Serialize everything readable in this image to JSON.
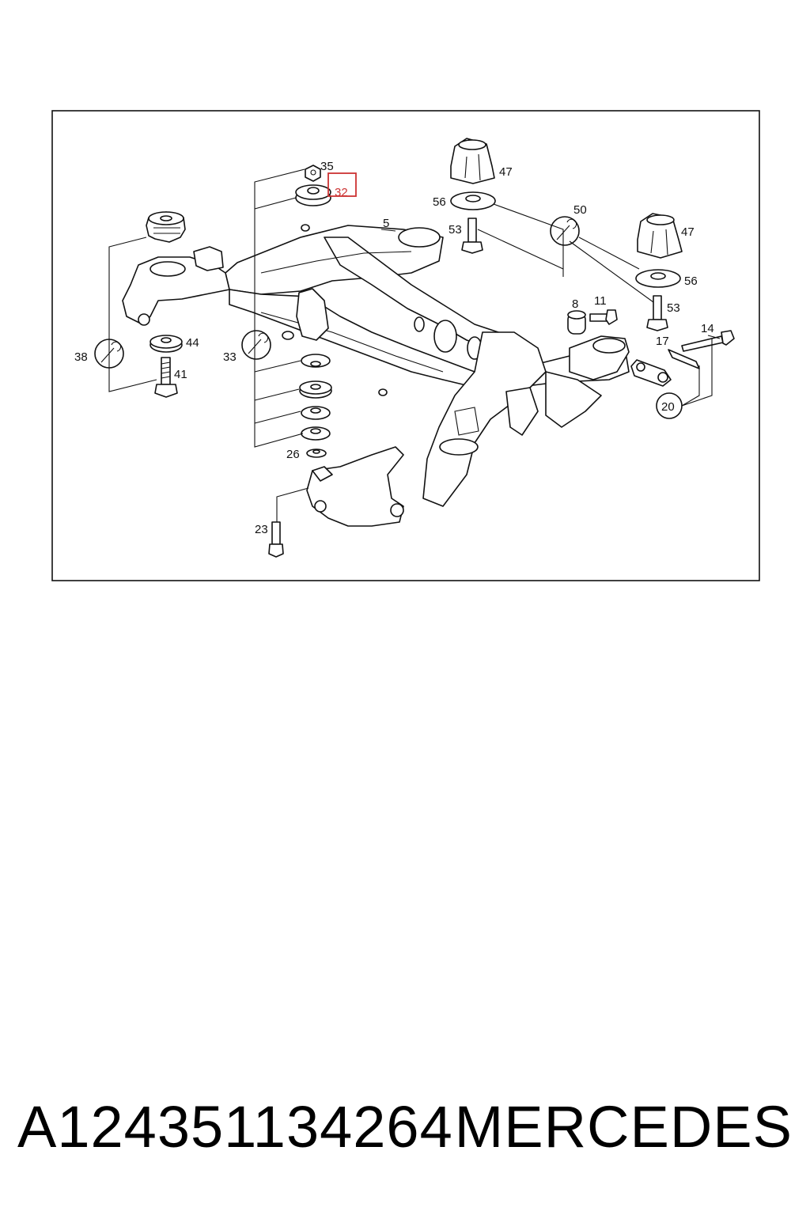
{
  "diagram": {
    "callouts": [
      "35",
      "32",
      "5",
      "47",
      "56",
      "53",
      "50",
      "47",
      "56",
      "53",
      "8",
      "11",
      "14",
      "17",
      "20",
      "38",
      "44",
      "41",
      "33",
      "26",
      "23"
    ],
    "highlighted_callout": "32",
    "highlight_color": "#cc3333"
  },
  "caption": {
    "part_number": "A124351134264",
    "brand": "MERCEDES"
  }
}
